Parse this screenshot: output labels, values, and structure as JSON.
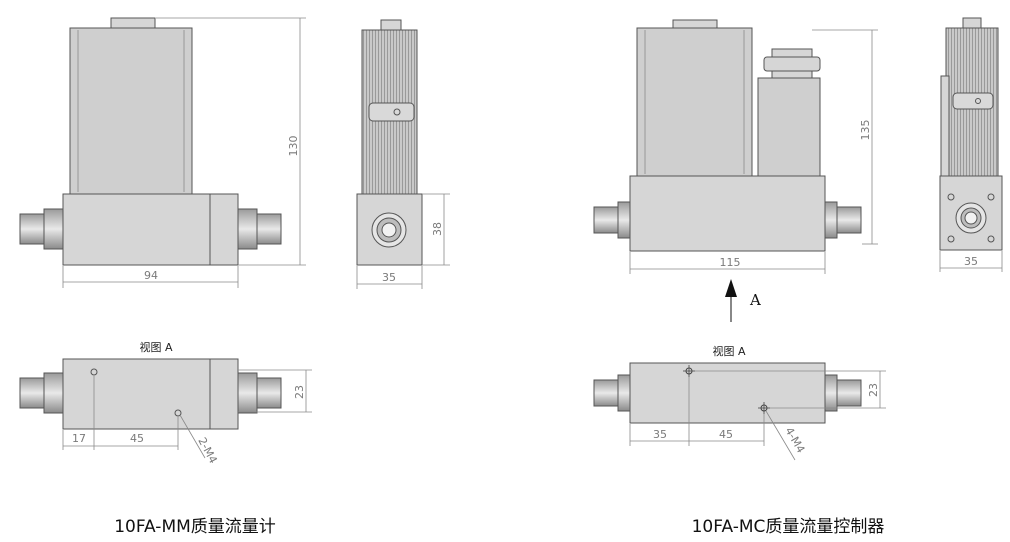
{
  "left": {
    "caption": "10FA-MM质量流量计",
    "front": {
      "height": "130",
      "width": "94"
    },
    "side": {
      "height": "38",
      "width": "35"
    },
    "view": {
      "title": "视图 A",
      "height": "23",
      "d1": "17",
      "d2": "45",
      "holes": "2-M4"
    }
  },
  "right": {
    "caption": "10FA-MC质量流量控制器",
    "front": {
      "height": "135",
      "width": "115"
    },
    "side": {
      "width": "35"
    },
    "arrow_label": "A",
    "view": {
      "title": "视图 A",
      "height": "23",
      "d1": "35",
      "d2": "45",
      "holes": "4-M4"
    }
  }
}
